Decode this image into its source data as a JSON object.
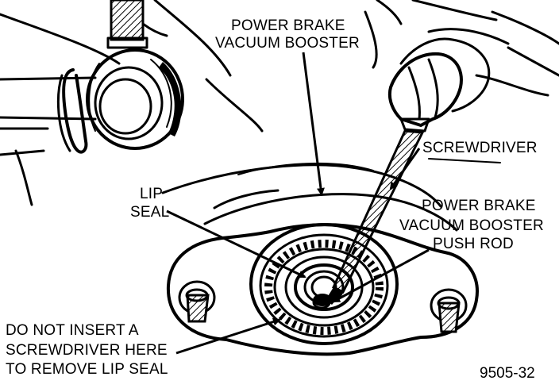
{
  "labels": {
    "booster_line1": "POWER BRAKE",
    "booster_line2": "VACUUM BOOSTER",
    "screwdriver": "SCREWDRIVER",
    "lip_line1": "LIP",
    "lip_line2": "SEAL",
    "pushrod_line1": "POWER BRAKE",
    "pushrod_line2": "VACUUM BOOSTER",
    "pushrod_line3": "PUSH ROD",
    "warn_line1": "DO NOT INSERT A",
    "warn_line2": "SCREWDRIVER HERE",
    "warn_line3": "TO REMOVE LIP SEAL"
  },
  "figure_code": "9505-32"
}
